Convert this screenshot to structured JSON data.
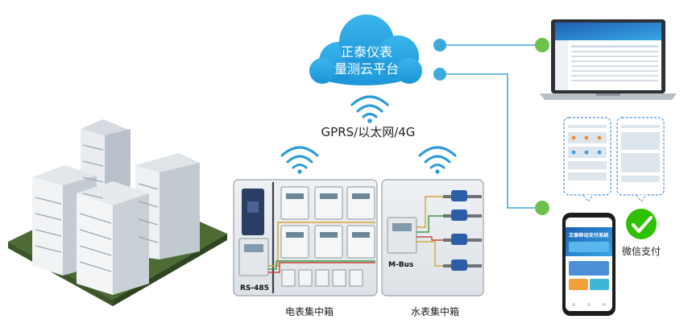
{
  "cloud": {
    "line1": "正泰仪表",
    "line2": "量测云平台"
  },
  "network_label": "GPRS/以太网/4G",
  "boxes": {
    "electric": {
      "label": "电表集中箱",
      "bus_tag": "RS-485"
    },
    "water": {
      "label": "水表集中箱",
      "bus_tag": "M-Bus"
    }
  },
  "payment": {
    "label": "微信支付"
  },
  "phone": {
    "title": "正泰移动支付系统"
  },
  "colors": {
    "cloud": "#29a7e1",
    "connector": "#3fa8dd",
    "endpoint": "#6cc24a",
    "wechat": "#2dc100"
  },
  "icons": [
    "cloud-icon",
    "wifi-icon",
    "building-icon",
    "laptop-icon",
    "phone-icon",
    "wechat-pay-icon",
    "meter-icon",
    "water-meter-icon"
  ]
}
